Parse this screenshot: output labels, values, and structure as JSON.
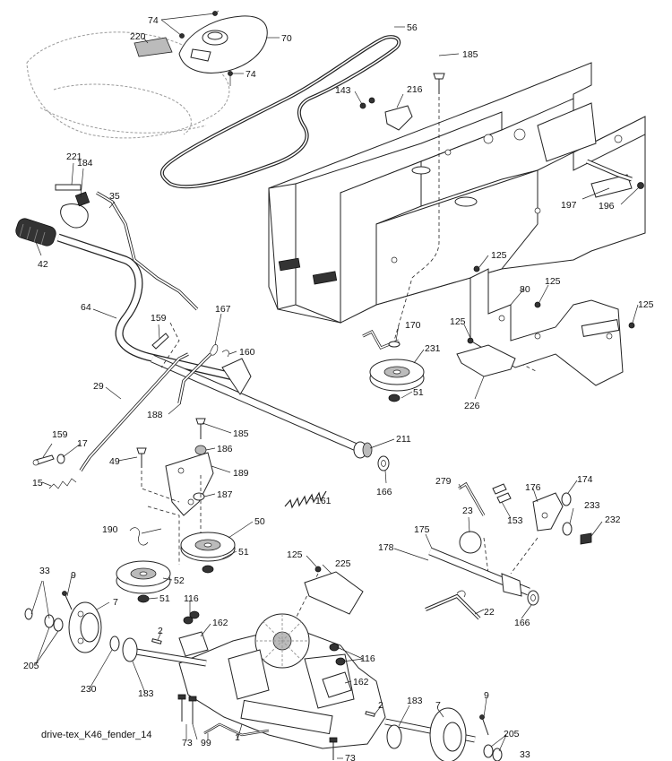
{
  "diagram": {
    "caption": "drive-tex_K46_fender_14",
    "callouts": {
      "c74a": "74",
      "c74b": "74",
      "c70": "70",
      "c56": "56",
      "c220": "220",
      "c185a": "185",
      "c143": "143",
      "c216": "216",
      "c221": "221",
      "c184": "184",
      "c35": "35",
      "c42": "42",
      "c64": "64",
      "c167": "167",
      "c159a": "159",
      "c160": "160",
      "c29": "29",
      "c188": "188",
      "c185b": "185",
      "c186": "186",
      "c189": "189",
      "c187": "187",
      "c159b": "159",
      "c17": "17",
      "c15": "15",
      "c49": "49",
      "c161": "161",
      "c170": "170",
      "c231": "231",
      "c51a": "51",
      "c211": "211",
      "c166a": "166",
      "c190": "190",
      "c50": "50",
      "c51b": "51",
      "c52": "52",
      "c51c": "51",
      "c33a": "33",
      "c9a": "9",
      "c7a": "7",
      "c205a": "205",
      "c230": "230",
      "c183a": "183",
      "c2a": "2",
      "c116a": "116",
      "c162a": "162",
      "c73a": "73",
      "c99": "99",
      "c1": "1",
      "c116b": "116",
      "c162b": "162",
      "c2b": "2",
      "c183b": "183",
      "c7b": "7",
      "c9b": "9",
      "c205b": "205",
      "c33b": "33",
      "c73b": "73",
      "c197": "197",
      "c196": "196",
      "c125a": "125",
      "c80": "80",
      "c125b": "125",
      "c125c": "125",
      "c125d": "125",
      "c226": "226",
      "c279": "279",
      "c176": "176",
      "c174": "174",
      "c153": "153",
      "c23": "23",
      "c233": "233",
      "c232": "232",
      "c175": "175",
      "c178": "178",
      "c22": "22",
      "c166b": "166",
      "c225": "225",
      "c125e": "125"
    }
  }
}
